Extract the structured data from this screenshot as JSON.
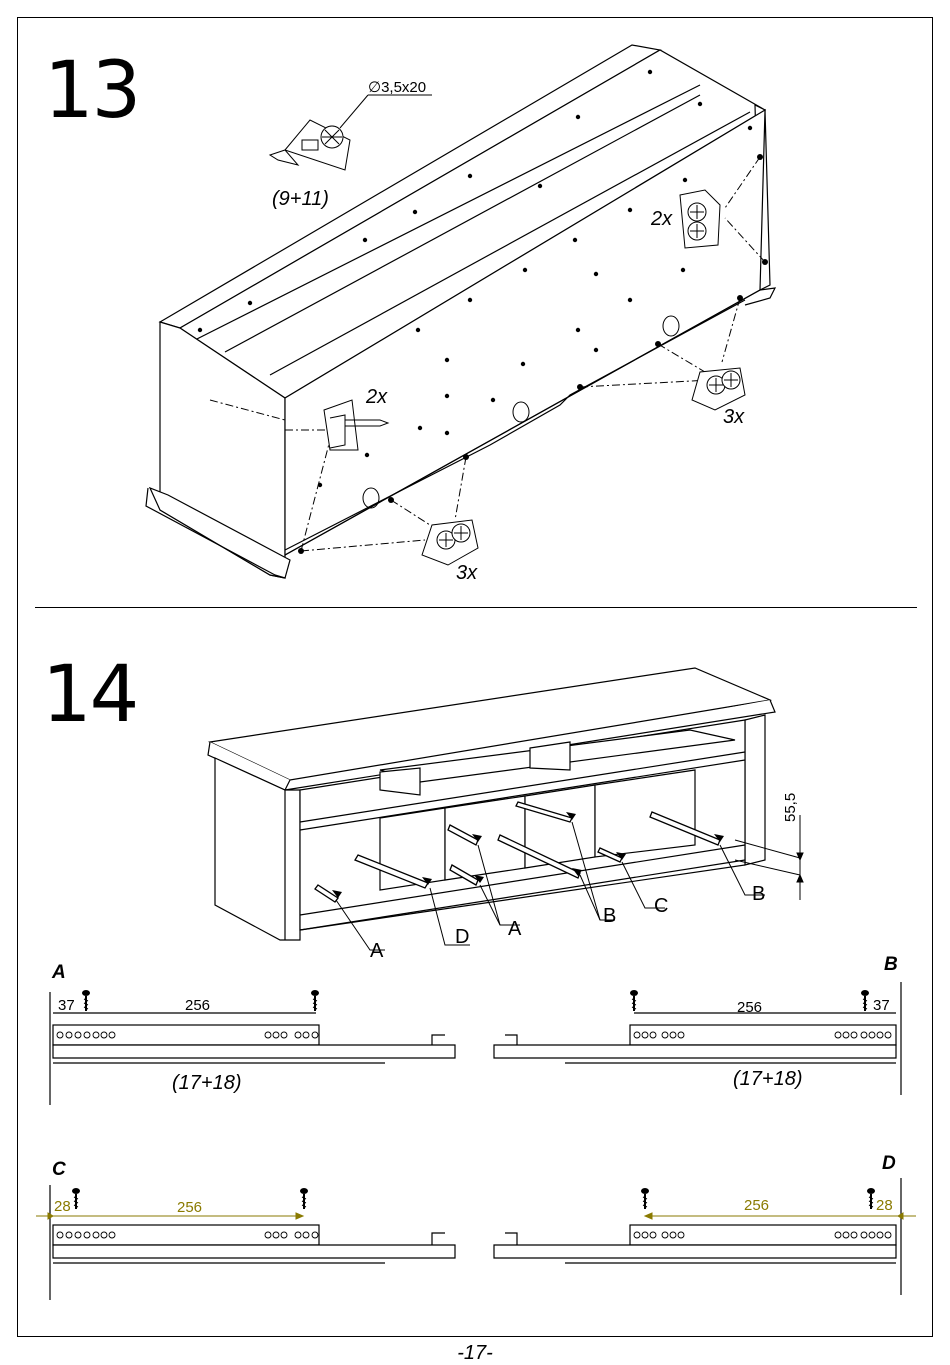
{
  "page_number": "-17-",
  "step13": {
    "number": "13",
    "screw_spec": "∅3,5x20",
    "parts_ref": "(9+11)",
    "qty_a": "2x",
    "qty_b": "2x",
    "qty_c": "3x",
    "qty_d": "3x"
  },
  "step14": {
    "number": "14",
    "height_dim": "55,5",
    "callouts": [
      "A",
      "D",
      "A",
      "B",
      "C",
      "B"
    ],
    "details": {
      "A": {
        "letter": "A",
        "dim_edge": "37",
        "dim_span": "256",
        "parts": "(17+18)"
      },
      "B": {
        "letter": "B",
        "dim_edge": "37",
        "dim_span": "256",
        "parts": "(17+18)"
      },
      "C": {
        "letter": "C",
        "dim_edge": "28",
        "dim_span": "256"
      },
      "D": {
        "letter": "D",
        "dim_edge": "28",
        "dim_span": "256"
      }
    },
    "dim_color": "#8a7a00"
  }
}
